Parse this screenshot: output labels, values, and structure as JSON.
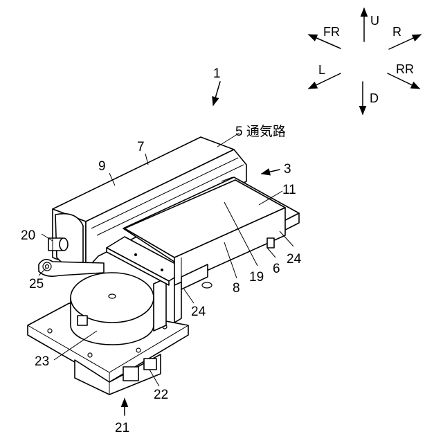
{
  "directions": {
    "up": "U",
    "down": "D",
    "left": "L",
    "right": "R",
    "front": "FR",
    "rear": "RR"
  },
  "labels": {
    "assembly": "1",
    "unit_3": "3",
    "duct": "5 通気路",
    "part_6": "6",
    "cover_7": "7",
    "part_8": "8",
    "cover_9": "9",
    "plate_11": "11",
    "part_19": "19",
    "knob_20": "20",
    "motor_21": "21",
    "part_22": "22",
    "drum_23": "23",
    "bracket_24_right": "24",
    "bracket_24_lower": "24",
    "link_25": "25"
  }
}
